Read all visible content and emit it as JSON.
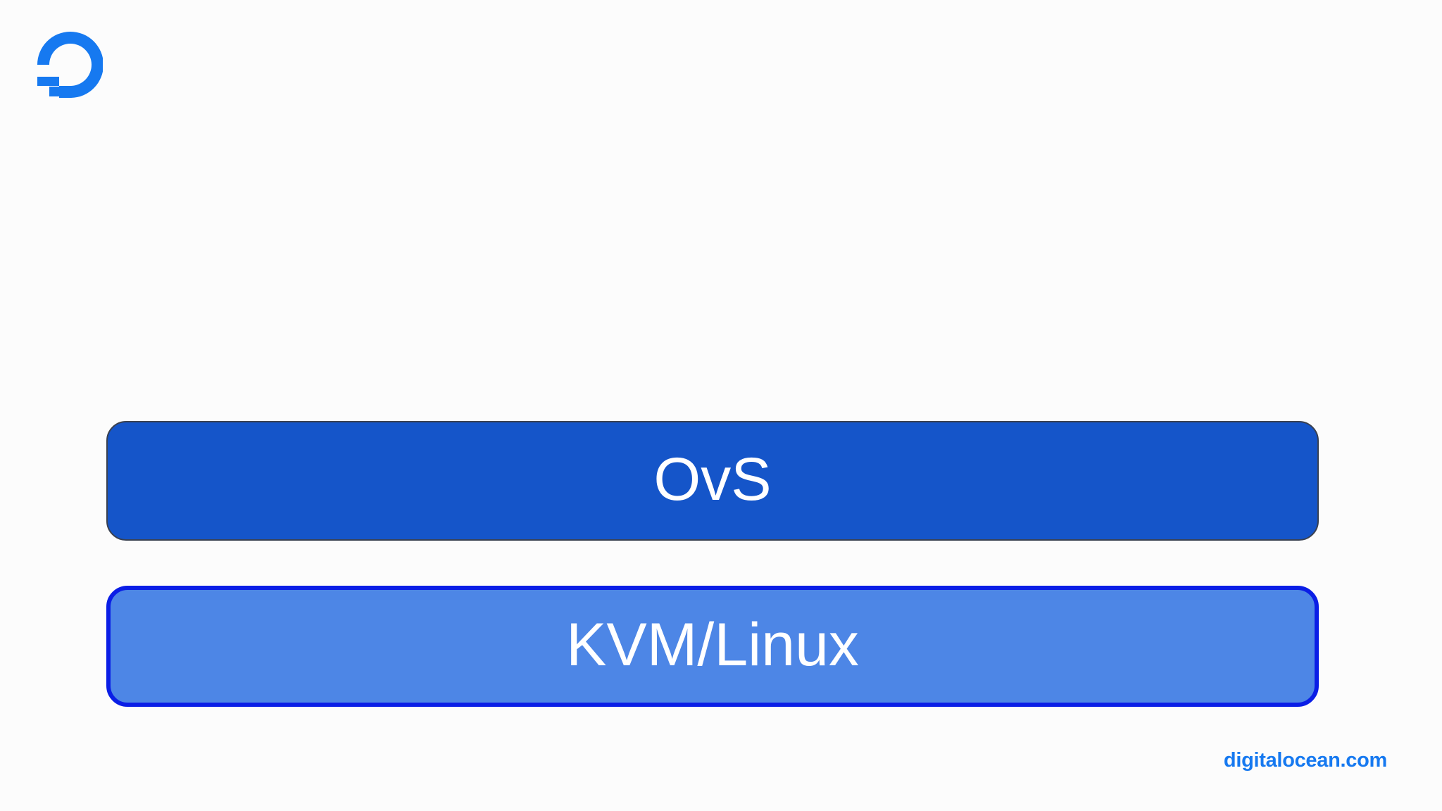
{
  "brand": {
    "logo_icon": "digitalocean-logo-icon",
    "logo_color": "#1679f0",
    "url": "digitalocean.com"
  },
  "stack": {
    "layers": [
      {
        "label": "OvS",
        "fill": "#1555c9",
        "border": "#3a4150"
      },
      {
        "label": "KVM/Linux",
        "fill": "#4d86e6",
        "border": "#0a1ee6"
      }
    ]
  }
}
